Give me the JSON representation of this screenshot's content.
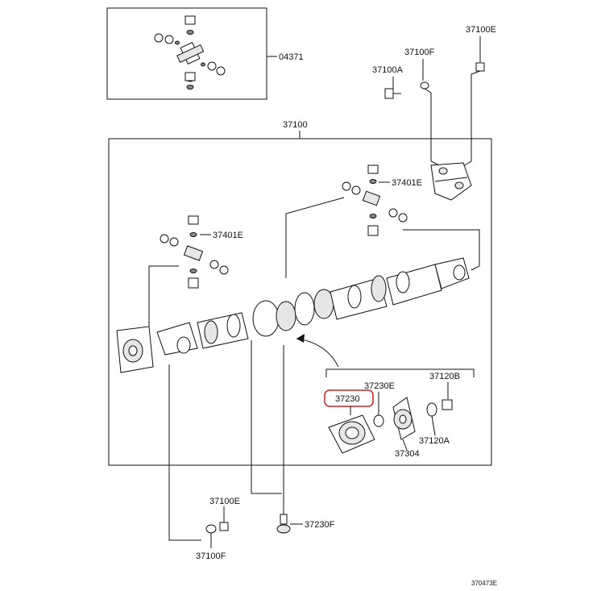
{
  "labels": {
    "p04371": "04371",
    "p37100E_top": "37100E",
    "p37100F_top": "37100F",
    "p37100A": "37100A",
    "p37100": "37100",
    "p37401E_right": "37401E",
    "p37401E_left": "37401E",
    "p37230E": "37230E",
    "p37120B": "37120B",
    "p37230": "37230",
    "p37120A": "37120A",
    "p37304": "37304",
    "p37100E_bottom": "37100E",
    "p37230F": "37230F",
    "p37100F_bottom": "37100F",
    "figure_code": "370473E"
  },
  "colors": {
    "line": "#111111",
    "highlight": "#d11f1f",
    "background": "#ffffff"
  }
}
